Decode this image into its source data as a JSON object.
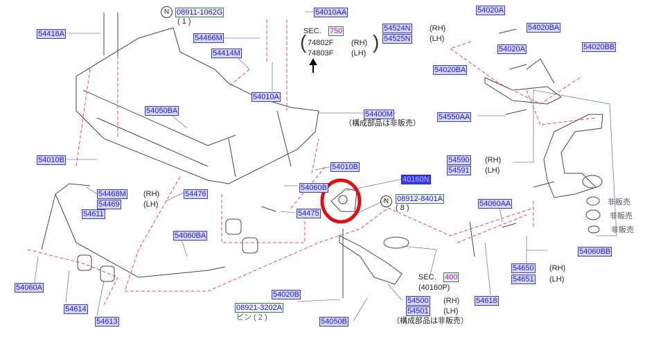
{
  "labels": {
    "p54418A": "54418A",
    "n1": "N",
    "p08911": "08911-1062G",
    "q1": "( 1 )",
    "p54010AA": "54010AA",
    "p54466M": "54466M",
    "sec": "SEC.",
    "s750": "750",
    "p74802F": "74802F",
    "p74803F": "74803F",
    "rh": "(RH)",
    "lh": "(LH)",
    "p54524N": "54524N",
    "p54525N": "54525N",
    "p54020A_1": "54020A",
    "p54020BA_1": "54020BA",
    "p54020A_2": "54020A",
    "p54020BB": "54020BB",
    "p54020BA_2": "54020BA",
    "p54414M": "54414M",
    "p54010A": "54010A",
    "p54400M": "54400M",
    "not_sold_note": "（構成部品は非販売）",
    "p54050BA": "54050BA",
    "p54550AA": "54550AA",
    "p54010B_1": "54010B",
    "p54010B_2": "54010B",
    "p54590": "54590",
    "p54591": "54591",
    "p40160N": "40160N",
    "p54468M": "54468M",
    "p54469": "54469",
    "p54476": "54476",
    "p54060B": "54060B",
    "n2": "N",
    "p08912": "08912-8401A",
    "q8": "( 8 )",
    "p54060AA": "54060AA",
    "p54611": "54611",
    "p54475": "54475",
    "not_sold": "非販売",
    "p54060BA": "54060BA",
    "p54060A": "54060A",
    "p54060BB": "54060BB",
    "s400": "400",
    "p40160P": "(40160P)",
    "p54650": "54650",
    "p54651": "54651",
    "p54020B": "54020B",
    "p54618": "54618",
    "p54500": "54500",
    "p54501": "54501",
    "p08921": "08921-3202A",
    "pin2": "ピン ( 2 )",
    "p54614": "54614",
    "p54613": "54613",
    "p54050B": "54050B"
  },
  "colors": {
    "part_label": "#1c1ce0",
    "highlight_circle": "#e01010",
    "dashed": "#e05050"
  }
}
